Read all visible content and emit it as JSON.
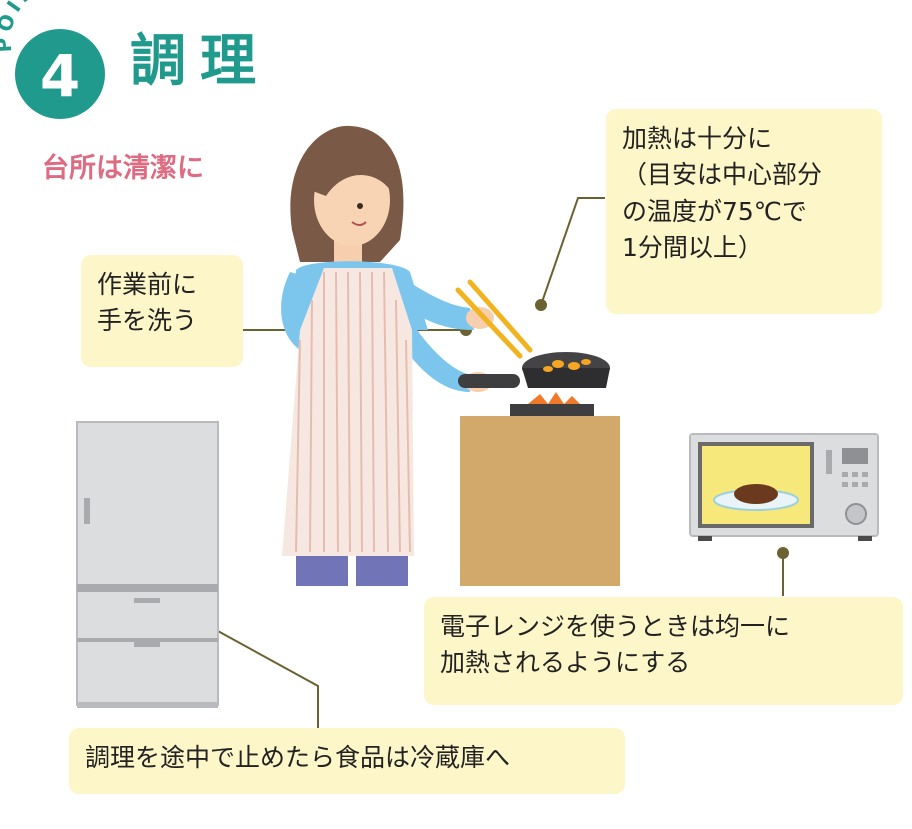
{
  "header": {
    "point_label": "POINT",
    "point_number": "4",
    "title": "調理",
    "subtitle": "台所は清潔に"
  },
  "callouts": {
    "heating": {
      "lines": [
        "加熱は十分に",
        "（目安は中心部分",
        "の温度が75℃で",
        "1分間以上）"
      ]
    },
    "handwash": {
      "lines": [
        "作業前に",
        "手を洗う"
      ]
    },
    "microwave": {
      "lines": [
        "電子レンジを使うときは均一に",
        "加熱されるようにする"
      ]
    },
    "fridge": {
      "lines": [
        "調理を途中で止めたら食品は冷蔵庫へ"
      ]
    }
  },
  "colors": {
    "accent_teal": "#1f9a8c",
    "subtitle_pink": "#dd6b82",
    "callout_bg": "#fdf6c8",
    "leader_line": "#6b6232"
  }
}
